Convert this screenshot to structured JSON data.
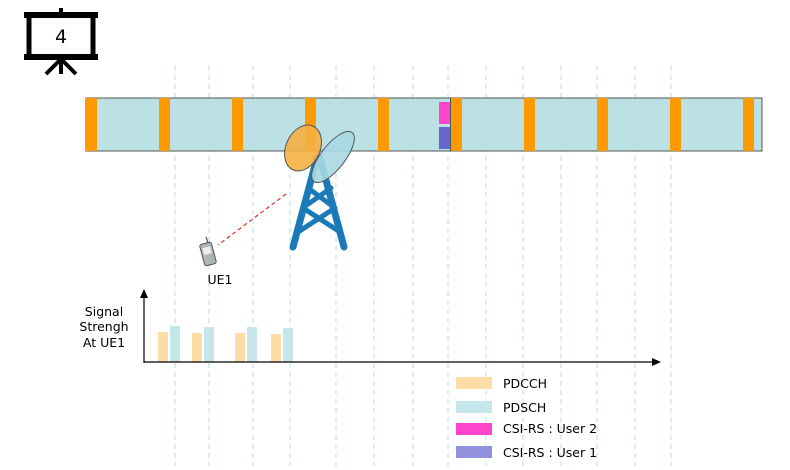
{
  "slide": {
    "number": "4"
  },
  "colors": {
    "pdcch": "#FFDBA6",
    "pdsch": "#C5E6EA",
    "control_region": "#FF9900",
    "frame_fill": "#BBE1E4",
    "csi_rs_user2": "#FF44CC",
    "csi_rs_user1": "#6666CC",
    "tower": "#1A7AB8",
    "beam_orange": "#F5B041",
    "beam_blue": "#A8D8E2",
    "link_line": "#E03020",
    "guide_line": "#B7DDE2"
  },
  "ue": {
    "label": "UE1"
  },
  "signal_chart": {
    "ylabel_lines": [
      "Signal",
      "Strengh",
      "At UE1"
    ]
  },
  "legend": {
    "items": [
      {
        "key": "pdcch",
        "label": "PDCCH"
      },
      {
        "key": "pdsch",
        "label": "PDSCH"
      },
      {
        "key": "csi_rs_user2",
        "label": "CSI-RS : User 2"
      },
      {
        "key": "csi_rs_user1",
        "label": "CSI-RS : User 1"
      }
    ]
  }
}
